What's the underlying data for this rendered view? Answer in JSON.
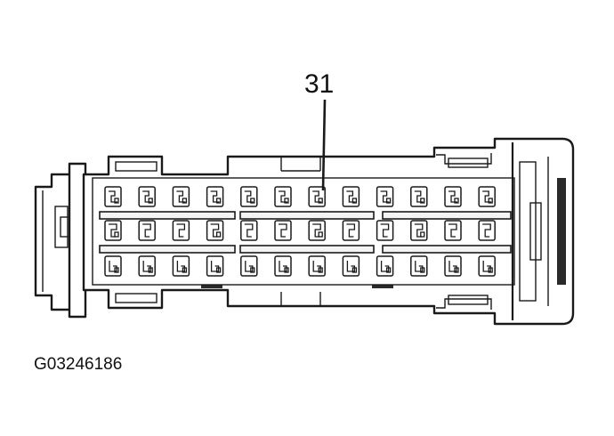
{
  "diagram": {
    "callout": {
      "label": "31"
    },
    "reference_code": "G03246186",
    "connector": {
      "rows": 3,
      "cavities_per_row": 12
    }
  }
}
